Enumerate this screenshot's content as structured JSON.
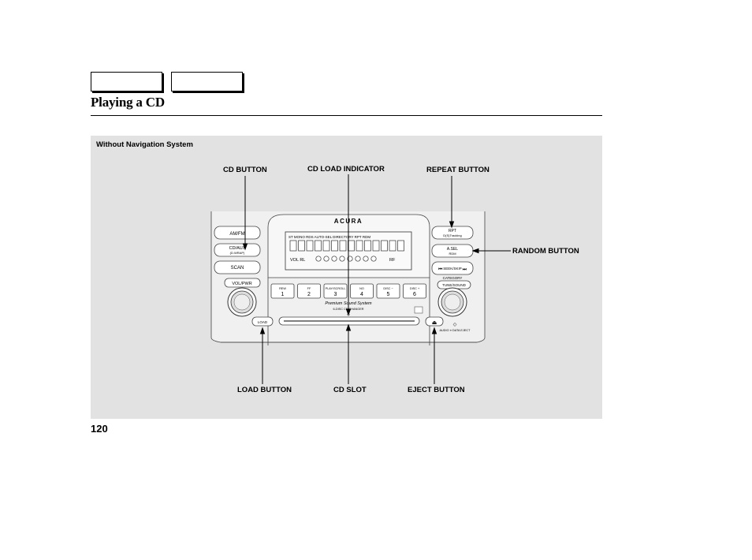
{
  "page": {
    "title": "Playing a CD",
    "page_number": "120",
    "nav_tabs": [
      "",
      ""
    ]
  },
  "figure": {
    "subtitle": "Without Navigation System",
    "callouts": {
      "cd_button": "CD BUTTON",
      "cd_load_indicator": "CD LOAD INDICATOR",
      "repeat_button": "REPEAT BUTTON",
      "random_button": "RANDOM BUTTON",
      "load_button": "LOAD BUTTON",
      "cd_slot": "CD SLOT",
      "eject_button": "EJECT BUTTON"
    },
    "radio": {
      "brand": "ACURA",
      "system_name": "Premium Sound System",
      "changer_label": "6-DISC CD CHANGER",
      "left_buttons": [
        "AM/FM",
        "CD/AUX",
        "SCAN",
        "VOL/PWR"
      ],
      "cd_aux_sub": "(D.WRAP)",
      "right_buttons": [
        "RPT",
        "A.SEL",
        "SEEK/SKIP"
      ],
      "rpt_sub": "D(S)Tracking",
      "asel_sub": "RDM",
      "tune_label": "TUNE/SOUND",
      "eject_label": "AUDIO ⋄ DATA EJECT",
      "load_label": "LOAD",
      "category_label": "CATEGORY",
      "preset_numbers": [
        "1",
        "2",
        "3",
        "4",
        "5",
        "6"
      ],
      "preset_labels": [
        "REW",
        "FF",
        "PLAY/SCROLL",
        "NO",
        "DISC −",
        "DISC +"
      ],
      "display_top": "ST  MONO  RDS  AUTO-SEL  DIRECTORY  RPT  RDM",
      "display_bottom_left": "VOL  RL",
      "display_bottom_right": "RF"
    }
  }
}
